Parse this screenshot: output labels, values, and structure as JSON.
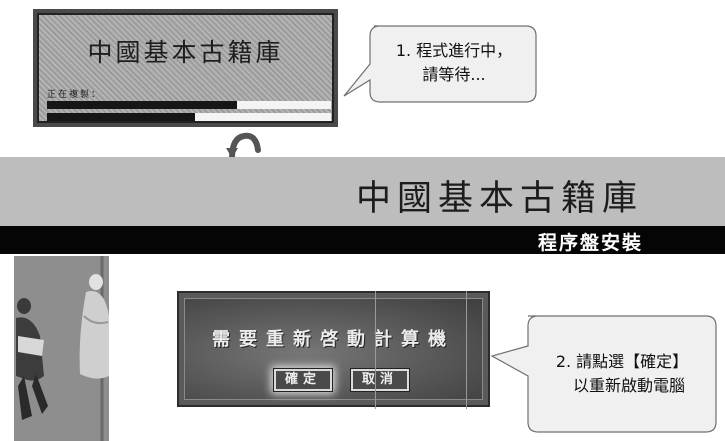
{
  "progress_dialog": {
    "title": "中國基本古籍庫",
    "status_label": "正在複製：",
    "progress_1": 0.67,
    "progress_2": 0.52
  },
  "callout_1": {
    "line1": "1. 程式進行中，",
    "line2": "請等待..."
  },
  "banner": {
    "title": "中國基本古籍庫",
    "subtitle": "程序盤安裝"
  },
  "restart_dialog": {
    "message": "需要重新啓動計算機",
    "confirm_label": "確定",
    "cancel_label": "取消"
  },
  "callout_2": {
    "line1": "2. 請點選【確定】",
    "line2": "以重新啟動電腦"
  },
  "colors": {
    "banner_bg": "#bdbdbd",
    "band_bg": "#050505",
    "callout_bg": "#f0f0f0"
  }
}
